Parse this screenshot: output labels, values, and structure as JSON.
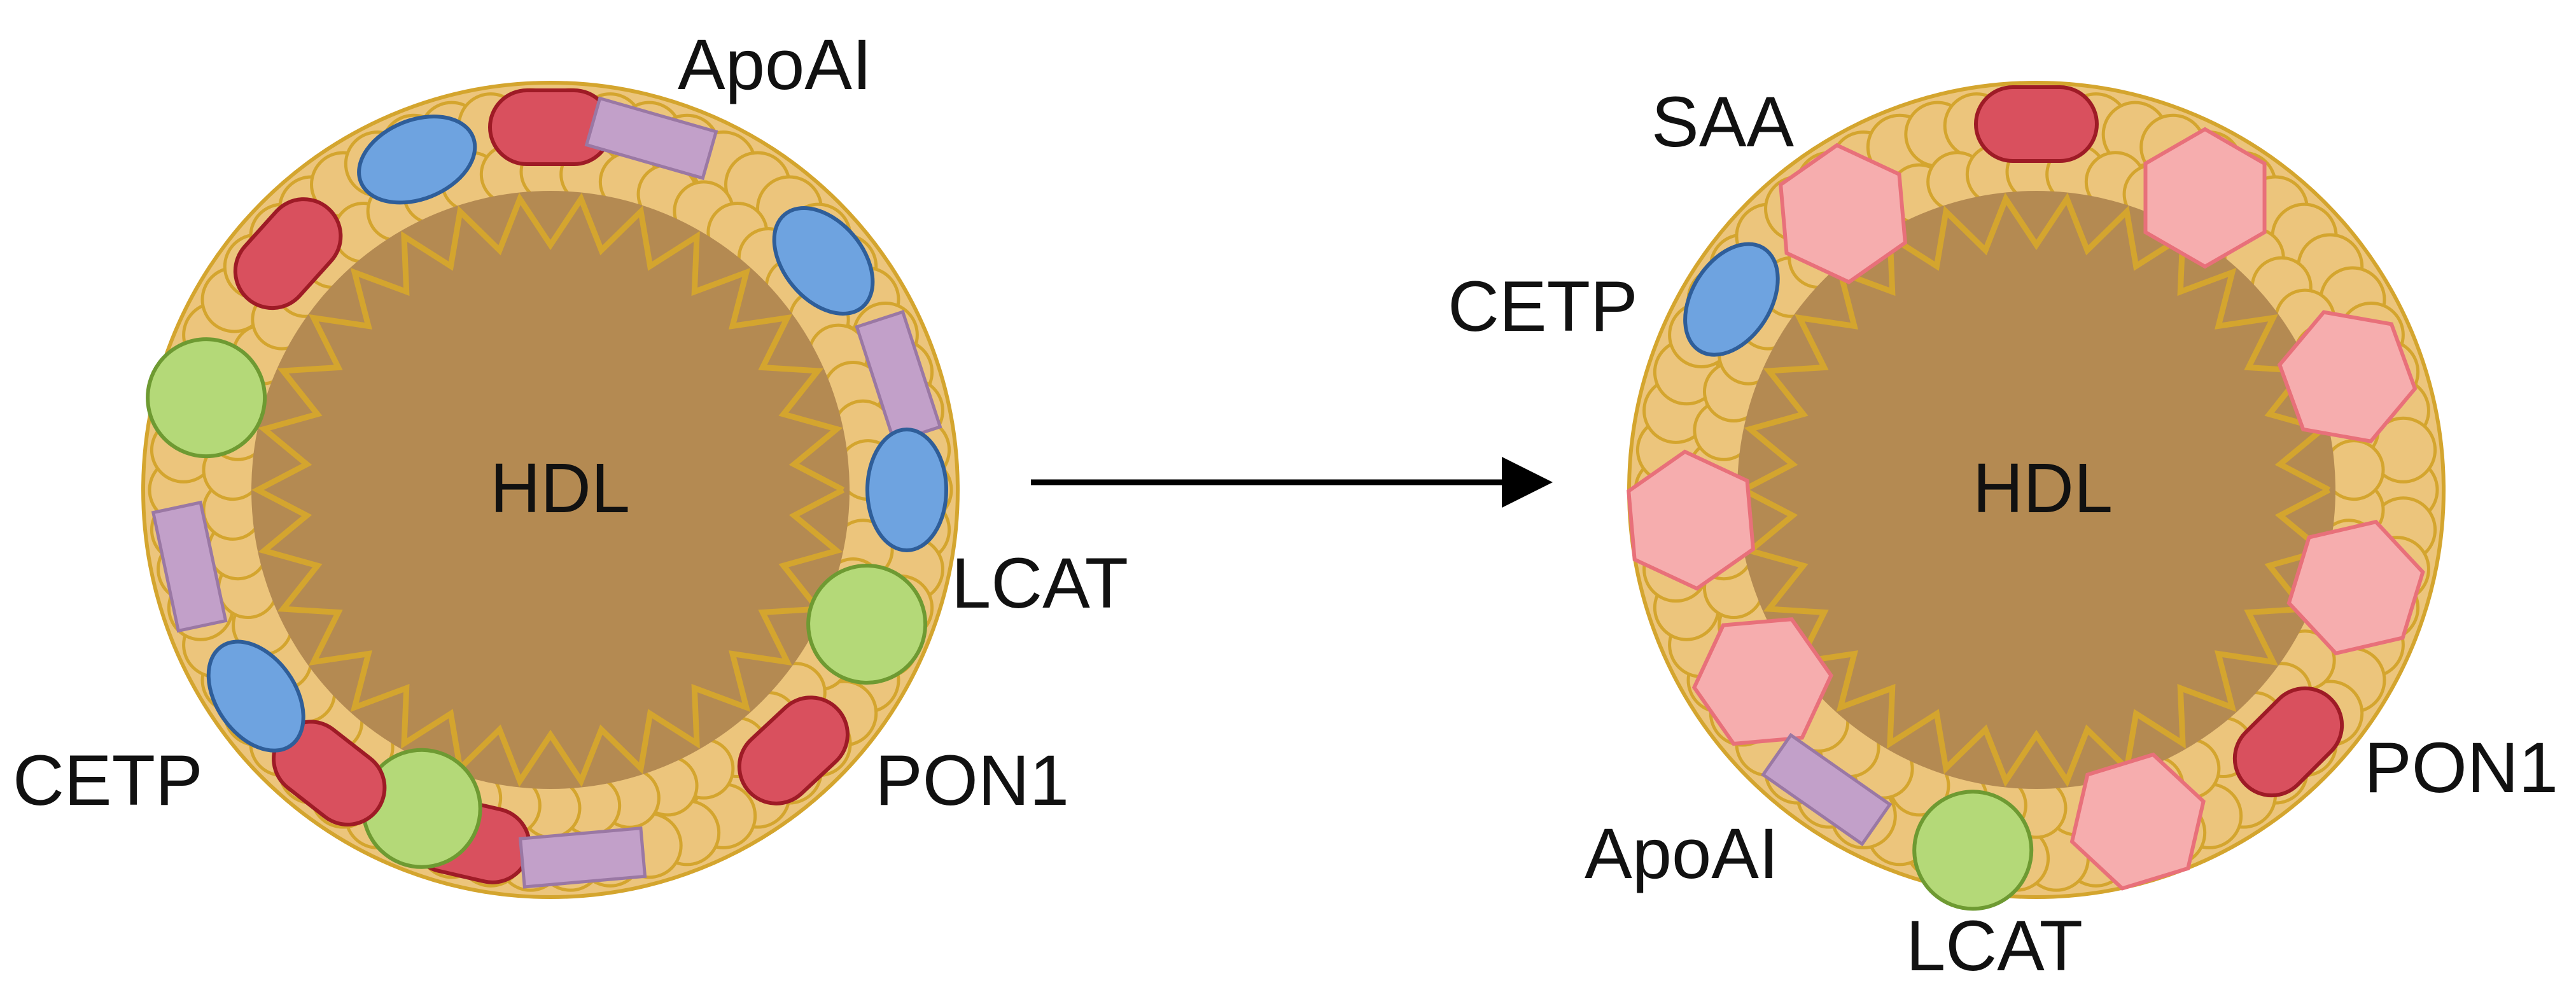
{
  "colors": {
    "background": "#ffffff",
    "core": "#b48a52",
    "lipid": "#ecc57c",
    "lipid_stroke": "#d4a52e",
    "tail": "#d4a52e",
    "apoai": "#c2a0c9",
    "apoai_stroke": "#9a78a4",
    "cetp": "#6ea3e0",
    "cetp_stroke": "#2f5e99",
    "lcat": "#b4d978",
    "lcat_stroke": "#6e9a32",
    "pon1": "#d9505e",
    "pon1_stroke": "#9e1b26",
    "saa": "#f6adae",
    "saa_stroke": "#e8707a",
    "arrow": "#000000"
  },
  "left_particle": {
    "center_label": "HDL",
    "labels": {
      "apoai": "ApoAI",
      "lcat": "LCAT",
      "pon1": "PON1",
      "cetp": "CETP"
    }
  },
  "right_particle": {
    "center_label": "HDL",
    "labels": {
      "saa": "SAA",
      "cetp": "CETP",
      "pon1": "PON1",
      "apoai": "ApoAI",
      "lcat": "LCAT"
    }
  },
  "arrow": {
    "icon": "right-arrow-icon"
  }
}
